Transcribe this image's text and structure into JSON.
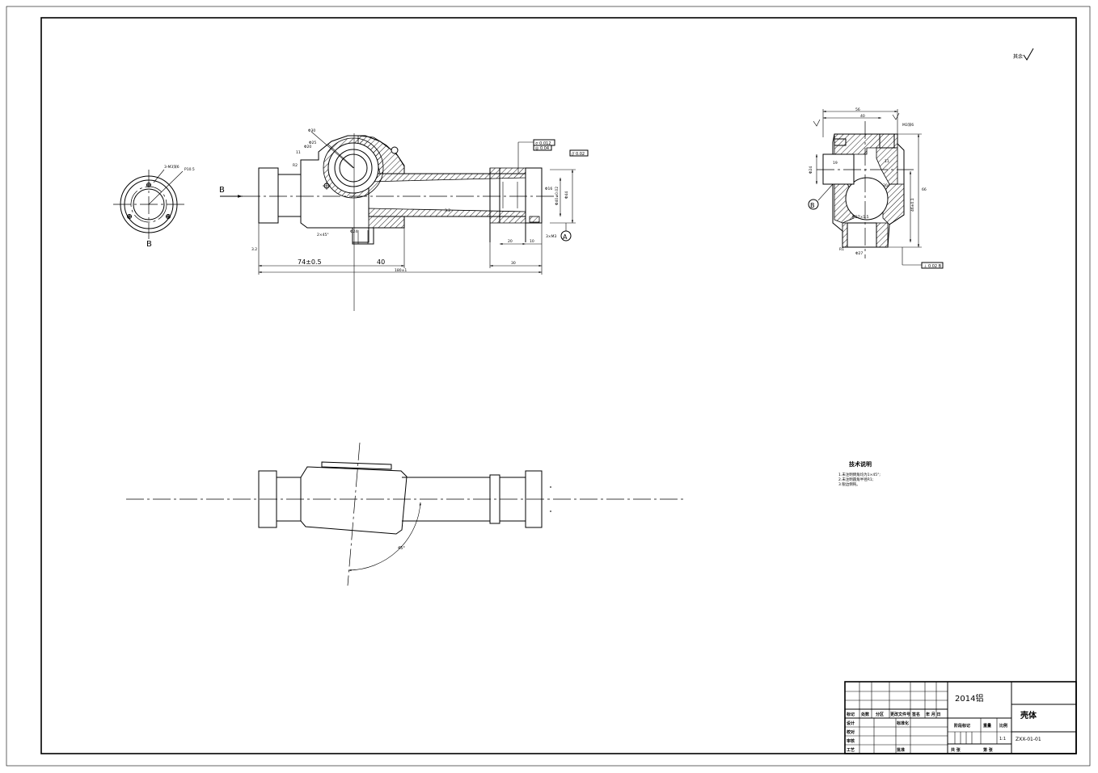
{
  "views": {
    "section_b_label": "B",
    "view_arrow_label": "B",
    "dim_74": "74±0.5",
    "dim_40": "40",
    "datum_a": "A",
    "datum_b": "B",
    "angle_label": "45°",
    "roughness_note": "其余"
  },
  "technical_requirements": {
    "heading": "技术说明",
    "items": [
      "1.未注明倒角均为1×45°;",
      "2.未注明圆角半径R1;",
      "3.锐边倒钝。"
    ]
  },
  "title_block": {
    "material": "2014铝",
    "part_name": "壳体",
    "drawing_no": "ZXX-01-01",
    "scale": "1:1",
    "header_cells": [
      "标记",
      "处数",
      "分区",
      "更改文件号",
      "签名",
      "年 月 日"
    ],
    "design": "设计",
    "standardization": "标准化",
    "check": "校对",
    "review": "审核",
    "process": "工艺",
    "approve": "批准",
    "stage_mark": "阶段标记",
    "weight": "重量",
    "ratio": "比例",
    "sheet_total": "共 张",
    "sheet_no": "第 张"
  }
}
